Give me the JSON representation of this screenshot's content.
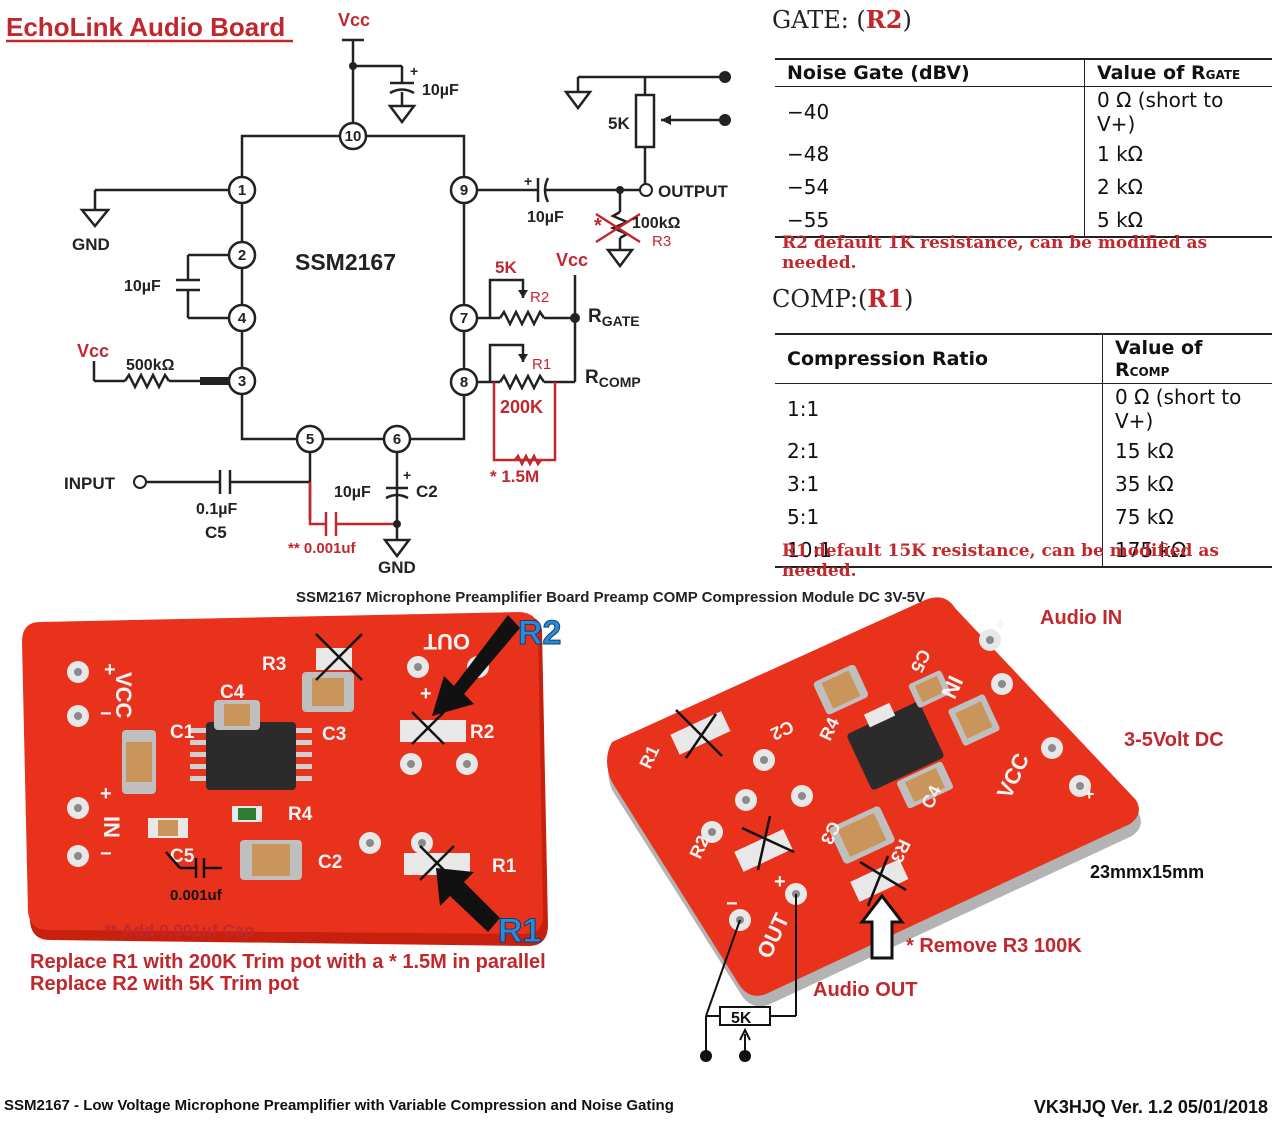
{
  "title": "EchoLink Audio Board",
  "schematic": {
    "chip": "SSM2167",
    "vcc_label": "Vcc",
    "gnd_label": "GND",
    "output_label": "OUTPUT",
    "input_label": "INPUT",
    "pins": [
      "10",
      "1",
      "2",
      "4",
      "3",
      "5",
      "6",
      "9",
      "7",
      "8"
    ],
    "cap_top": "10µF",
    "cap_left": "10µF",
    "cap_out": "10µF",
    "cap_c2": "10µF",
    "c2_label": "C2",
    "cap_in": "0.1µF",
    "c5_label": "C5",
    "cap_add": "** 0.001uf",
    "res_500k": "500kΩ",
    "pot_5k_top": "5K",
    "res_100k": "100kΩ",
    "r3_label": "R3",
    "r3_star": "*",
    "pot_r2_value": "5K",
    "r2_label": "R2",
    "r1_label": "R1",
    "r1_value": "200K",
    "r_1_5m": "* 1.5M",
    "rgate_main": "R",
    "rgate_sub": "GATE",
    "rcomp_main": "R",
    "rcomp_sub": "COMP"
  },
  "gate": {
    "heading": "GATE: (",
    "heading_red": "R2",
    "heading_end": ")",
    "col1": "Noise Gate (dBV)",
    "col2_main": "Value of R",
    "col2_sub": "GATE",
    "rows": [
      [
        "−40",
        "0 Ω (short to V+)"
      ],
      [
        "−48",
        "1 kΩ"
      ],
      [
        "−54",
        "2 kΩ"
      ],
      [
        "−55",
        "5 kΩ"
      ]
    ],
    "note": "R2 default 1K resistance, can be modified as needed."
  },
  "comp": {
    "heading": "COMP:(",
    "heading_red": "R1",
    "heading_end": ")",
    "col1": "Compression Ratio",
    "col2_main": "Value of R",
    "col2_sub": "COMP",
    "rows": [
      [
        "1:1",
        "0 Ω (short to V+)"
      ],
      [
        "2:1",
        "15 kΩ"
      ],
      [
        "3:1",
        "35 kΩ"
      ],
      [
        "5:1",
        "75 kΩ"
      ],
      [
        "10:1",
        "175 kΩ"
      ]
    ],
    "note": "R1 default 15K resistance, can be modified as needed."
  },
  "photo": {
    "caption": "SSM2167 Microphone Preamplifier Board Preamp COMP Compression Module DC 3V-5V",
    "board_left": {
      "silk": [
        "R3",
        "C4",
        "C1",
        "C3",
        "R2",
        "R4",
        "C5",
        "C2",
        "R1",
        "VCC",
        "IN",
        "OUT",
        "+",
        "−",
        "+",
        "−",
        "+"
      ],
      "cap_label": "0.001uf",
      "arrow_r2": "R2",
      "arrow_r1": "R1"
    },
    "board_right": {
      "silk": [
        "R1",
        "C2",
        "R4",
        "C5",
        "IN",
        "C4",
        "VCC",
        "R2",
        "C3",
        "R3",
        "OUT",
        "+",
        "+",
        "−",
        "+"
      ],
      "pot_label": "5K"
    },
    "add_cap": "** Add 0.001uf Cap",
    "replace_r1": "Replace R1 with 200K Trim pot with a * 1.5M in parallel",
    "replace_r2": "Replace R2 with 5K Trim pot",
    "audio_in": "Audio IN",
    "dc": "3-5Volt DC",
    "size": "23mmx15mm",
    "remove_r3": "* Remove R3 100K",
    "audio_out": "Audio OUT"
  },
  "footer": {
    "left": "SSM2167 - Low Voltage Microphone Preamplifier with Variable Compression and Noise Gating",
    "right": "VK3HJQ Ver. 1.2 05/01/2018"
  },
  "colors": {
    "accent_red": "#c0282d",
    "pcb_red": "#e8321c",
    "pcb_dark": "#c8200f"
  }
}
